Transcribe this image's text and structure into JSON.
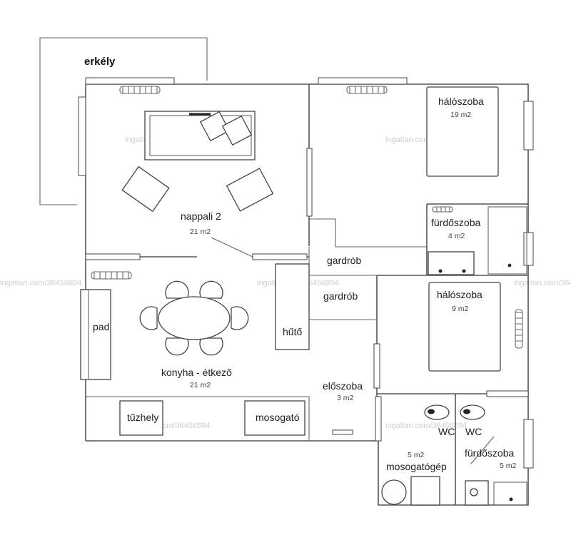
{
  "watermark": "ingatlan.com/36456894",
  "rooms": {
    "balcony": {
      "name": "erkély"
    },
    "living": {
      "name": "nappali 2",
      "area": "21 m2"
    },
    "bedroom1": {
      "name": "hálószoba",
      "area": "19 m2"
    },
    "bathroom1": {
      "name": "fürdőszoba",
      "area": "4 m2"
    },
    "wardrobe1": {
      "name": "gardrób"
    },
    "wardrobe2": {
      "name": "gardrób"
    },
    "bedroom2": {
      "name": "hálószoba",
      "area": "9 m2"
    },
    "kitchen": {
      "name": "konyha - étkező",
      "area": "21 m2"
    },
    "hall": {
      "name": "előszoba",
      "area": "3 m2"
    },
    "laundry": {
      "area": "5 m2",
      "name": "mosogatógép"
    },
    "bathroom2": {
      "name": "fürdőszoba",
      "area": "5 m2"
    }
  },
  "fixtures": {
    "bench": "pad",
    "fridge": "hűtő",
    "stove": "tűzhely",
    "sink": "mosogató",
    "wc1": "WC",
    "wc2": "WC"
  }
}
